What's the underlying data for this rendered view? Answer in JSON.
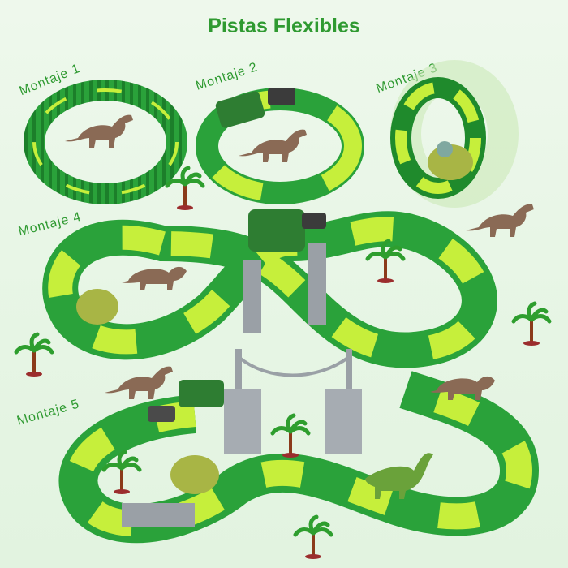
{
  "title": "Pistas Flexibles",
  "labels": {
    "m1": "Montaje 1",
    "m2": "Montaje 2",
    "m3": "Montaje 3",
    "m4": "Montaje 4",
    "m5": "Montaje 5"
  },
  "colors": {
    "text": "#2f9a31",
    "track_dark": "#1f8a2c",
    "track_mid": "#5dbb2f",
    "track_light": "#c6ef3b",
    "bridge": "#9aa0a6",
    "train": "#2e7d32",
    "dino": "#8a6a55"
  },
  "icons": [
    "dinosaur",
    "triceratops",
    "brachiosaurus",
    "palm-tree",
    "train",
    "bridge",
    "loop-track"
  ]
}
